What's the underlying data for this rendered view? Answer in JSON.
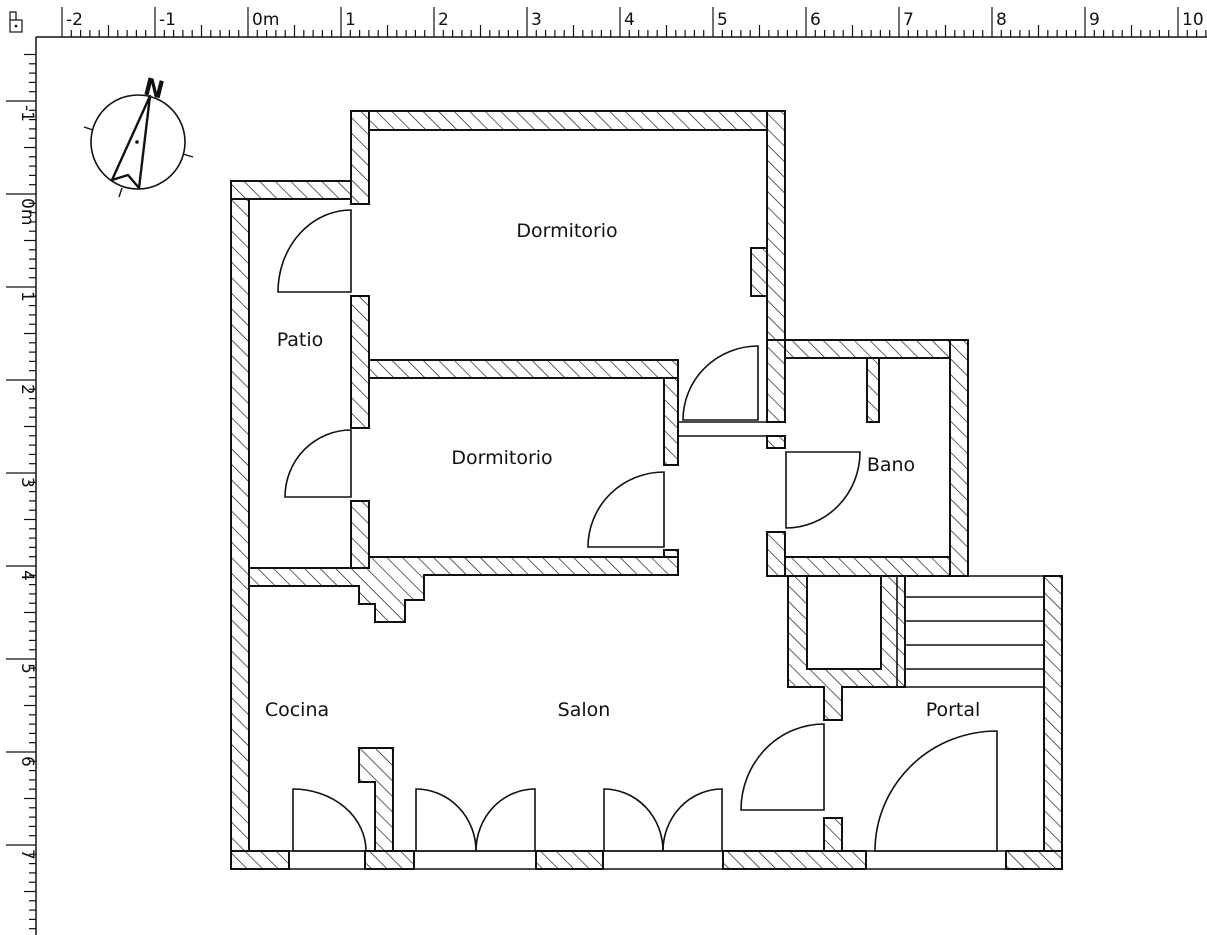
{
  "rulers": {
    "top": {
      "unit_label": "0m",
      "ticks": [
        "-2",
        "-1",
        "0m",
        "1",
        "2",
        "3",
        "4",
        "5",
        "6",
        "7",
        "8",
        "9",
        "10"
      ]
    },
    "left": {
      "ticks": [
        "-1",
        "0m",
        "1",
        "2",
        "3",
        "4",
        "5",
        "6",
        "7"
      ]
    }
  },
  "compass": {
    "north_label": "N"
  },
  "rooms": [
    {
      "id": "dormitorio-1",
      "label": "Dormitorio"
    },
    {
      "id": "patio",
      "label": "Patio"
    },
    {
      "id": "dormitorio-2",
      "label": "Dormitorio"
    },
    {
      "id": "bano",
      "label": "Bano"
    },
    {
      "id": "cocina",
      "label": "Cocina"
    },
    {
      "id": "salon",
      "label": "Salon"
    },
    {
      "id": "portal",
      "label": "Portal"
    }
  ]
}
